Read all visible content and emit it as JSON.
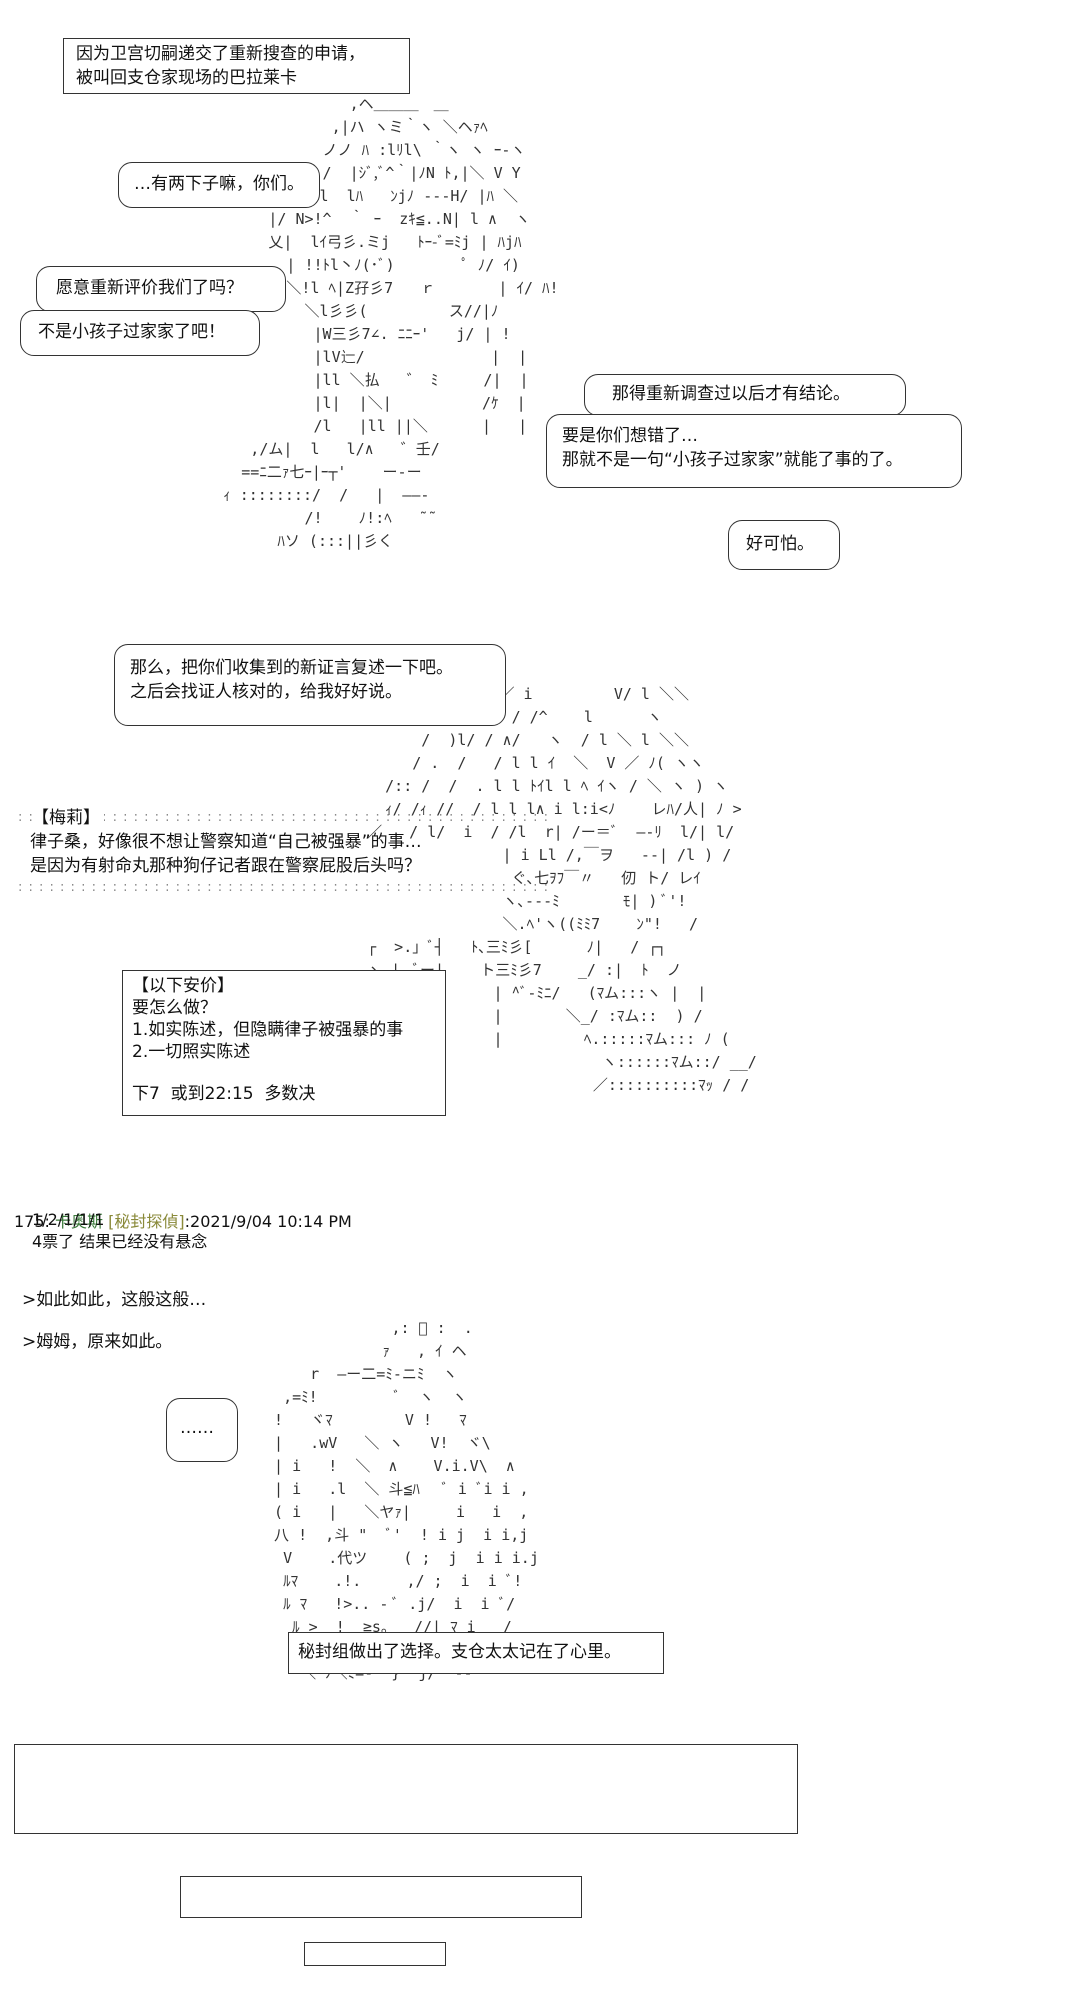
{
  "panel1": {
    "narration": [
      "因为卫宫切嗣递交了重新搜查的申请，",
      "被叫回支仓家现场的巴拉莱卡"
    ],
    "bubble_a": "…有两下子嘛，你们。",
    "bubble_b": "愿意重新评价我们了吗？",
    "bubble_c": "不是小孩子过家家了吧！",
    "bubble_d": "那得重新调查过以后才有结论。",
    "bubble_e": [
      "要是你们想错了…",
      "那就不是一句“小孩子过家家”就能了事的了。"
    ],
    "bubble_f": "好可怕。"
  },
  "panel2": {
    "bubble_a": [
      "那么，把你们收集到的新证言复述一下吧。",
      "之后会找证人核对的，给我好好说。"
    ],
    "speaker": "【梅莉】",
    "thought": [
      "律子桑，好像很不想让警察知道“自己被强暴”的事…",
      "是因为有射命丸那种狗仔记者跟在警察屁股后头吗？"
    ],
    "choice": {
      "title": "【以下安价】",
      "question": "要怎么做？",
      "options": [
        "1.如实陈述，但隐瞒律子被强暴的事",
        "2.一切照实陈述"
      ],
      "footer": "下7  或到22:15  多数决"
    }
  },
  "post": {
    "number": "175",
    "name": "卡奥斯",
    "trip": "[秘封探偵]",
    "timestamp": "2021/9/04 10:14 PM",
    "lines": [
      "1/2/1/1/1",
      "4票了 结果已经没有悬念"
    ]
  },
  "panel3": {
    "lines": [
      ">如此如此，这般这般…",
      ">姆姆，原来如此。"
    ],
    "bubble": "……",
    "caption": "秘封组做出了选择。支仓太太记在了心里。"
  }
}
